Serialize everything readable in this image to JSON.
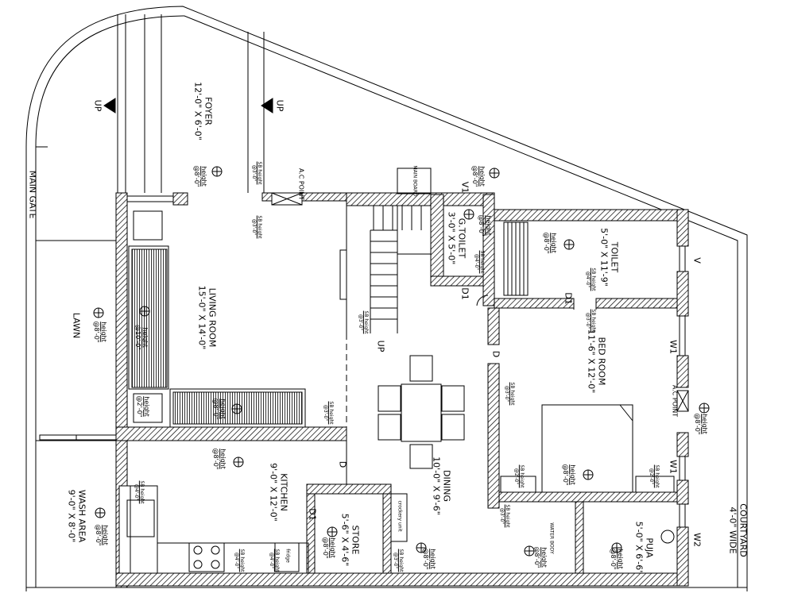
{
  "rooms": {
    "foyer": {
      "name": "FOYER",
      "size": "12'-0\" X 6'-0\""
    },
    "living": {
      "name": "LIVING ROOM",
      "size": "15'-0\" X 14'-0\""
    },
    "kitchen": {
      "name": "KITCHEN",
      "size": "9'-0\" X 12'-0\""
    },
    "store": {
      "name": "STORE",
      "size": "5'-6\" X 4'-6\""
    },
    "dining": {
      "name": "DINING",
      "size": "10'-0\" X 9'-6\""
    },
    "gtoilet": {
      "name": "G.TOILET",
      "size": "3'-0\" X 5'-0\""
    },
    "toilet": {
      "name": "TOILET",
      "size": "5'-0\" X 11'-9\""
    },
    "bedroom": {
      "name": "BED ROOM",
      "size": "11'-6\" X 12'-0\""
    },
    "puja": {
      "name": "PUJA",
      "size": "5'-0\" X 6'-6\""
    },
    "wash": {
      "name": "WASH AREA",
      "size": "9'-0\" X 8'-0\""
    },
    "courtyard": {
      "name": "COURTYARD",
      "size": "4'-0\" WIDE"
    }
  },
  "labels": {
    "main_gate": "MAIN GATE",
    "lawn": "LAWN",
    "up": "UP",
    "ac_point": "A.C POINT",
    "main_board": "MAIN BOARD",
    "water_body": "WATER BODY",
    "crockery_unit": "crockery unit",
    "fridge": "fridge"
  },
  "openings": {
    "d": "D",
    "d1": "D1",
    "v": "V",
    "v1": "V1",
    "w1": "W1",
    "w2": "W2"
  },
  "electrical": {
    "height": "height",
    "sb_height": "SB height",
    "h8": "@8'-0\"",
    "h2": "@2'-0\"",
    "h3": "@3'-0\"",
    "h4": "@4'-0\"",
    "h10": "@10'-0\""
  }
}
